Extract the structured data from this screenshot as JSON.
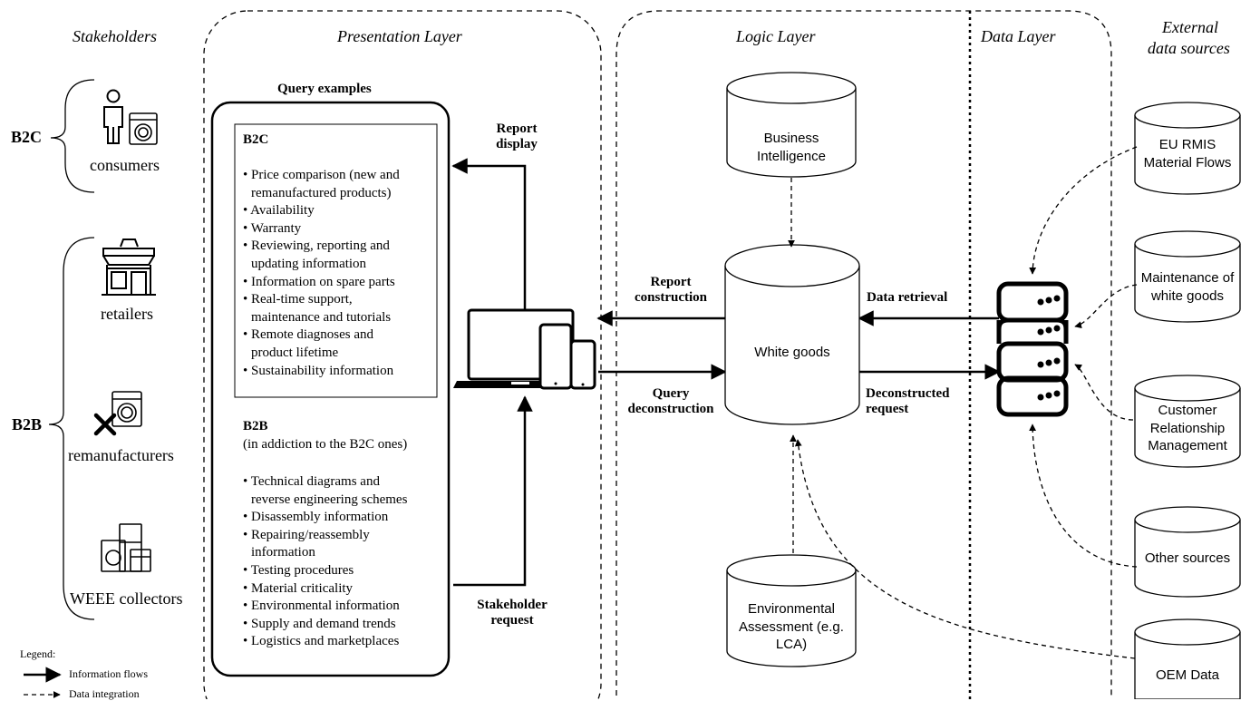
{
  "columns": {
    "stakeholders": "Stakeholders",
    "presentation": "Presentation Layer",
    "logic": "Logic Layer",
    "data": "Data Layer",
    "external_1": "External",
    "external_2": "data sources"
  },
  "stakeholders": {
    "b2c_label": "B2C",
    "b2b_label": "B2B",
    "consumers": "consumers",
    "retailers": "retailers",
    "remanufacturers": "remanufacturers",
    "weee": "WEEE collectors"
  },
  "query": {
    "title": "Query examples",
    "b2c_heading": "B2C",
    "b2c_items": [
      [
        "• Price comparison (new and",
        "remanufactured products)"
      ],
      [
        "• Availability"
      ],
      [
        "• Warranty"
      ],
      [
        "• Reviewing, reporting and",
        "updating information"
      ],
      [
        "• Information on spare parts"
      ],
      [
        "• Real-time support,",
        "maintenance and tutorials"
      ],
      [
        "• Remote diagnoses and",
        "product lifetime"
      ],
      [
        "• Sustainability information"
      ]
    ],
    "b2b_heading": "B2B",
    "b2b_sub": "(in addiction to the B2C ones)",
    "b2b_items": [
      [
        "• Technical diagrams and",
        "reverse engineering schemes"
      ],
      [
        "• Disassembly information"
      ],
      [
        "• Repairing/reassembly",
        "information"
      ],
      [
        "• Testing procedures"
      ],
      [
        "• Material criticality"
      ],
      [
        "• Environmental information"
      ],
      [
        "• Supply and demand trends"
      ],
      [
        "• Logistics and marketplaces"
      ]
    ]
  },
  "flows": {
    "report_display_1": "Report",
    "report_display_2": "display",
    "stakeholder_request_1": "Stakeholder",
    "stakeholder_request_2": "request",
    "report_construction_1": "Report",
    "report_construction_2": "construction",
    "query_deconstruction_1": "Query",
    "query_deconstruction_2": "deconstruction",
    "data_retrieval": "Data retrieval",
    "deconstructed_request_1": "Deconstructed",
    "deconstructed_request_2": "request"
  },
  "logic": {
    "bi_1": "Business",
    "bi_2": "Intelligence",
    "white_goods": "White goods",
    "env_1": "Environmental",
    "env_2": "Assessment (e.g.",
    "env_3": "LCA)"
  },
  "external": {
    "eu_1": "EU RMIS",
    "eu_2": "Material Flows",
    "maint_1": "Maintenance of",
    "maint_2": "white goods",
    "crm_1": "Customer",
    "crm_2": "Relationship",
    "crm_3": "Management",
    "other": "Other sources",
    "oem": "OEM Data"
  },
  "legend": {
    "title": "Legend:",
    "solid": "Information flows",
    "dashed": "Data integration"
  },
  "icons": [
    "person-icon",
    "washing-machine-icon",
    "shop-icon",
    "tools-icon",
    "appliances-icon",
    "devices-icon",
    "server-icon"
  ]
}
